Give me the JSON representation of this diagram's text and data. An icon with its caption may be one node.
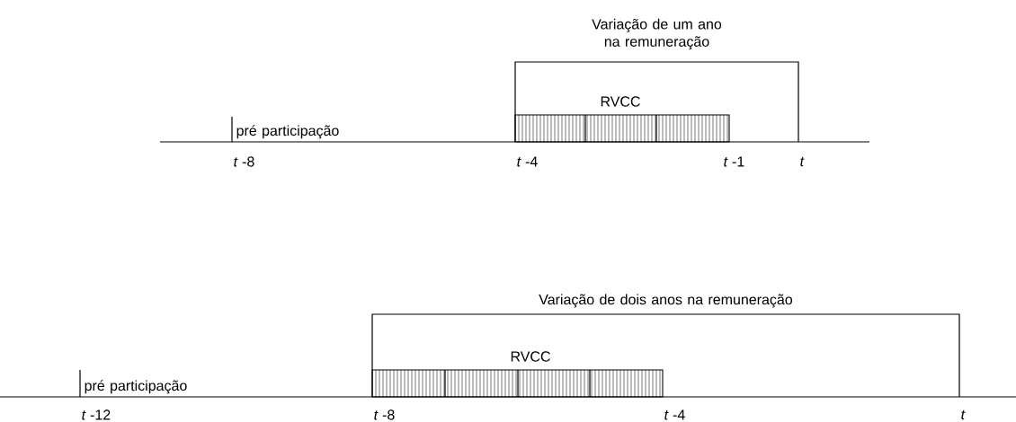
{
  "diagram": {
    "nodes": [
      {
        "text": [
          "Variação de um ano na remuneração"
        ]
      },
      {
        "text": [
          "RVCC"
        ],
        "in": 0
      },
      {
        "text": [
          "Variação de dois anos na remuneração"
        ]
      },
      {
        "text": [
          "RVCC"
        ],
        "in": 2
      }
    ],
    "labels": [
      "pré participação",
      "*t* -8",
      "*t* -4",
      "*t* -1",
      "t",
      "pré participação",
      "*t* -12",
      "*t* -8",
      "*t* -4",
      "t"
    ]
  }
}
